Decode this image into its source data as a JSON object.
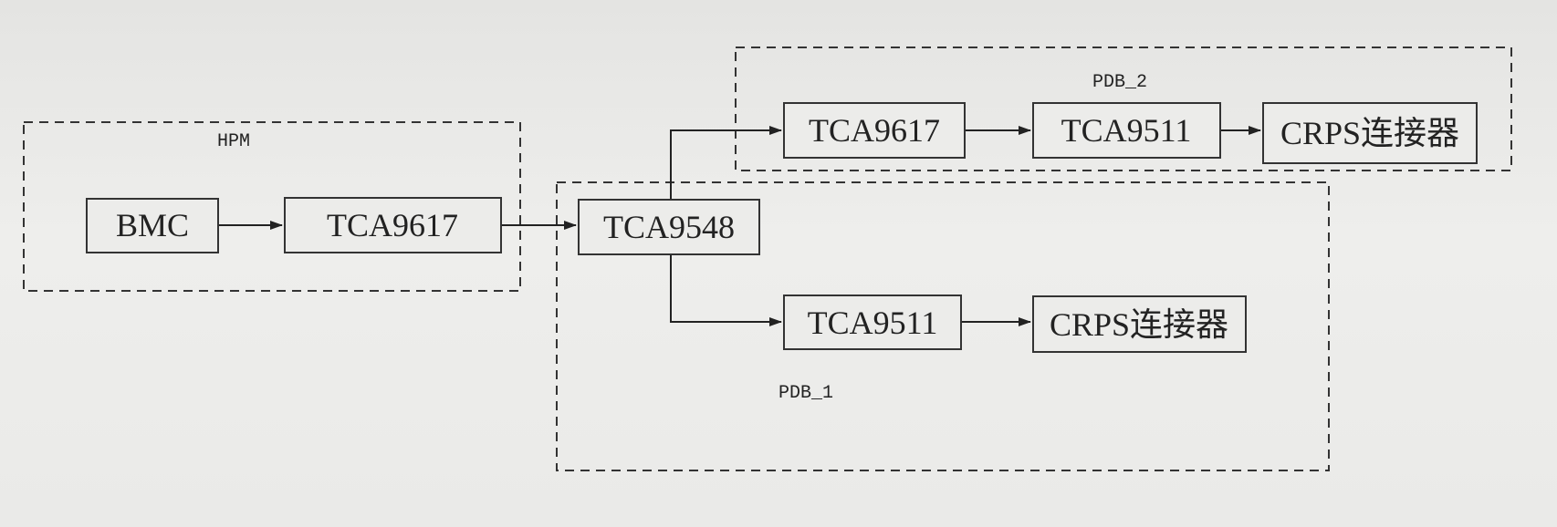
{
  "groups": {
    "hpm": "HPM",
    "pdb1": "PDB_1",
    "pdb2": "PDB_2"
  },
  "nodes": {
    "bmc": "BMC",
    "hpm_tca9617": "TCA9617",
    "tca9548": "TCA9548",
    "pdb2_tca9617": "TCA9617",
    "pdb2_tca9511": "TCA9511",
    "pdb2_crps": "CRPS连接器",
    "pdb1_tca9511": "TCA9511",
    "pdb1_crps": "CRPS连接器"
  },
  "edges": [
    {
      "from": "BMC",
      "to": "TCA9617"
    },
    {
      "from": "TCA9617",
      "to": "TCA9548"
    },
    {
      "from": "TCA9548",
      "to": "TCA9617"
    },
    {
      "from": "TCA9617",
      "to": "TCA9511"
    },
    {
      "from": "TCA9511",
      "to": "CRPS连接器"
    },
    {
      "from": "TCA9548",
      "to": "TCA9511"
    },
    {
      "from": "TCA9511",
      "to": "CRPS连接器"
    }
  ]
}
